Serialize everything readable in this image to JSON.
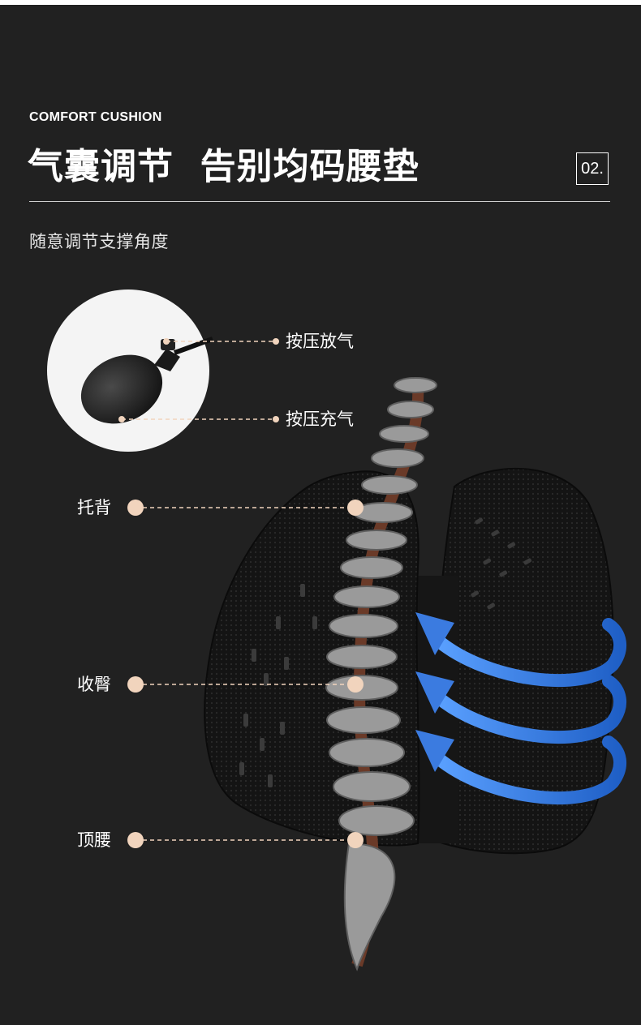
{
  "header": {
    "eyebrow": "COMFORT CUSHION",
    "title": "气囊调节  告别均码腰垫",
    "page_number": "02.",
    "subtitle": "随意调节支撑角度"
  },
  "pump": {
    "callouts": [
      {
        "label": "按压放气"
      },
      {
        "label": "按压充气"
      }
    ]
  },
  "support_zones": [
    {
      "label": "托背"
    },
    {
      "label": "收臀"
    },
    {
      "label": "顶腰"
    }
  ],
  "colors": {
    "background": "#212121",
    "callout_dot": "#f1d4bd",
    "arrow_blue": "#3b7be0",
    "cushion": "#111111"
  }
}
